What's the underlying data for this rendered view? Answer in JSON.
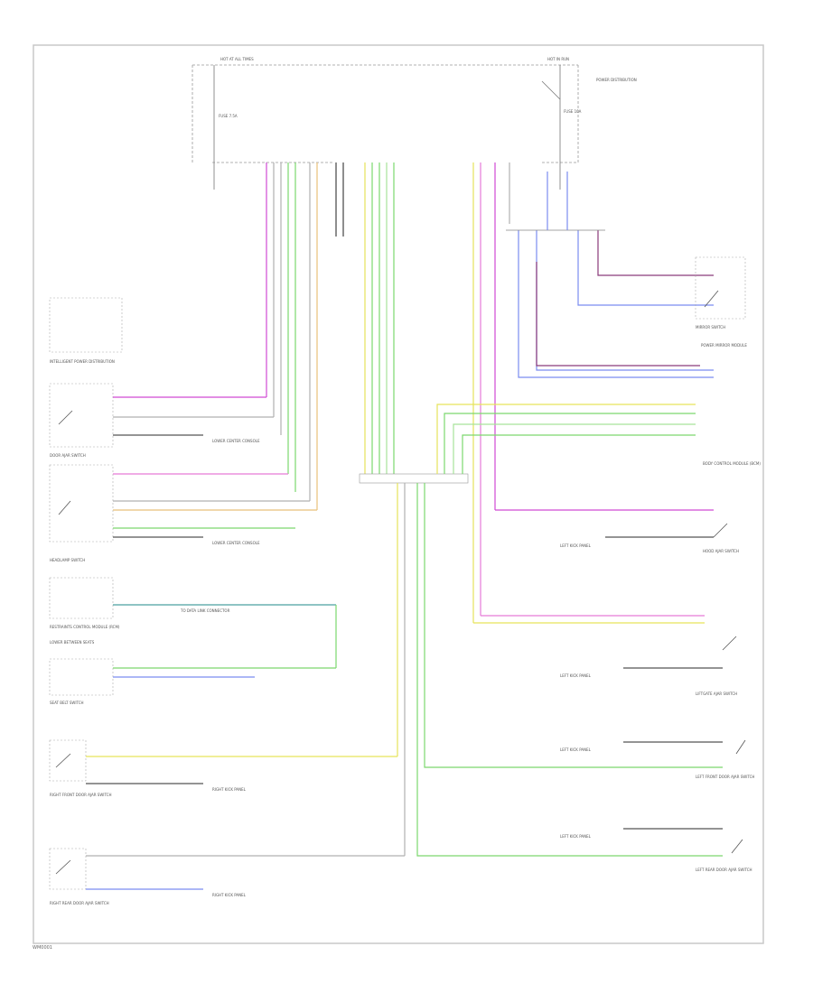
{
  "diagram": {
    "footer_code": "WM0001",
    "power": {
      "left_label": "HOT AT ALL TIMES",
      "right_label": "HOT IN RUN",
      "note_right": "POWER DISTRIBUTION",
      "fuse_left": "FUSE 7.5A",
      "fuse_right": "FUSE 10A"
    },
    "components": {
      "intelligent_power_switch": "INTELLIGENT POWER DISTRIBUTION",
      "door_ajar_switch": "DOOR AJAR SWITCH",
      "headlamp_switch": "HEADLAMP SWITCH",
      "restraints_control_module": "RESTRAINTS CONTROL MODULE (RCM)",
      "rcm_loc": "LOWER BETWEEN SEATS",
      "seat_belt_sensor": "SEAT BELT SWITCH",
      "right_front_door": "RIGHT FRONT DOOR AJAR SWITCH",
      "right_rear_door": "RIGHT REAR DOOR AJAR SWITCH",
      "left_front_door": "LEFT FRONT DOOR AJAR SWITCH",
      "left_rear_door": "LEFT REAR DOOR AJAR SWITCH",
      "liftgate": "LIFTGATE AJAR SWITCH",
      "hood": "HOOD AJAR SWITCH",
      "body_control_module": "BODY CONTROL MODULE (BCM)",
      "mirror_switch": "MIRROR SWITCH",
      "power_mirror_module": "POWER MIRROR MODULE",
      "to_data_link": "TO DATA LINK CONNECTOR",
      "g_left": "LEFT KICK PANEL",
      "g_right": "RIGHT KICK PANEL",
      "g_console": "LOWER CENTER CONSOLE"
    },
    "wire_colors": {
      "violet": "#d04ad4",
      "pink": "#e77ad8",
      "green": "#7cd86e",
      "lightgreen": "#a6e39a",
      "yellow": "#e6e35a",
      "orange": "#e8c07a",
      "blue": "#7a8cf0",
      "darkviolet": "#8a3a7a",
      "gray": "#b0b0b0",
      "black": "#222222"
    }
  }
}
